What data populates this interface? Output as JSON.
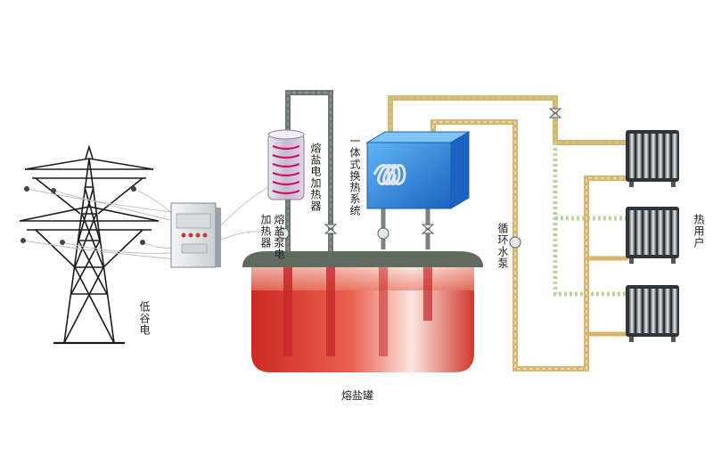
{
  "labels": {
    "low_valley_power": "低谷电",
    "salt_electric_heater_top": "熔盐电加热器",
    "salt_pump_heater": "熔盐泵电加热器",
    "integrated_heat_exchange": "一体式换热系统",
    "circulation_pump": "循环水泵",
    "heat_users": "热用户",
    "salt_tank": "熔盐罐"
  },
  "colors": {
    "tank_red": "#d8352a",
    "tank_lid": "#5f6b5f",
    "pipe_gray": "#6f7772",
    "pipe_yellow": "#d7b56f",
    "pipe_dash_green": "#b8d59c",
    "heat_exchanger_blue": "#2e7fd8",
    "heater_red": "#c2185b"
  }
}
